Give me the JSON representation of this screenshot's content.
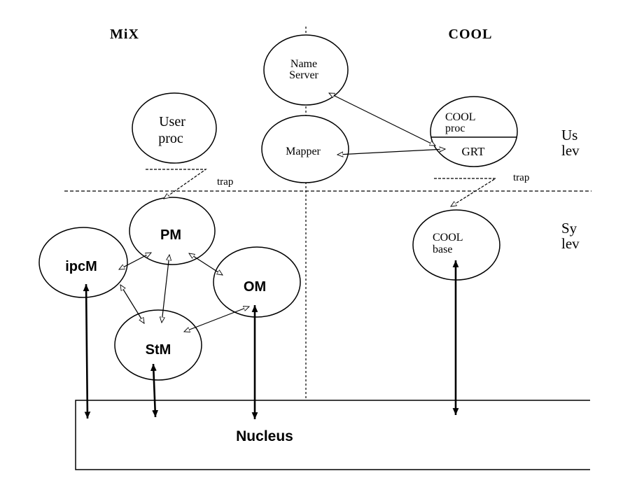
{
  "titles": {
    "mix": "MiX",
    "cool": "COOL"
  },
  "levels": {
    "user": [
      "Us",
      "lev"
    ],
    "system": [
      "Sy",
      "lev"
    ]
  },
  "nodes": {
    "user_proc": [
      "User",
      "proc"
    ],
    "name_server": [
      "Name",
      "Server"
    ],
    "mapper": "Mapper",
    "cool_proc": [
      "COOL",
      "proc"
    ],
    "grt": "GRT",
    "pm": "PM",
    "ipcm": "ipcM",
    "om": "OM",
    "stm": "StM",
    "cool_base": [
      "COOL",
      "base"
    ],
    "nucleus": "Nucleus"
  },
  "labels": {
    "trap_left": "trap",
    "trap_right": "trap"
  }
}
